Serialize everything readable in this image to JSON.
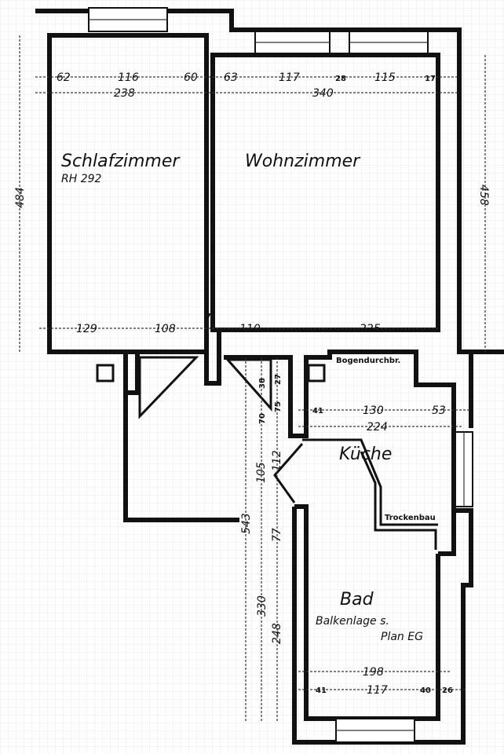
{
  "rooms": {
    "schlafzimmer": {
      "name": "Schlafzimmer",
      "note": "RH 292"
    },
    "wohnzimmer": {
      "name": "Wohnzimmer"
    },
    "kueche": {
      "name": "Küche"
    },
    "bad": {
      "name": "Bad",
      "note_line1": "Balkenlage s.",
      "note_line2": "Plan EG"
    }
  },
  "labels": {
    "bogendurchbruch": "Bogendurchbr.",
    "trockenbau": "Trockenbau"
  },
  "dimensions": {
    "left_height": "484",
    "right_height": "458",
    "top_row": [
      "62",
      "116",
      "60",
      "63",
      "117",
      "28",
      "115",
      "17"
    ],
    "top_totals": [
      "238",
      "340"
    ],
    "bottom_row": [
      "129",
      "108",
      "7",
      "110",
      "225"
    ],
    "kitchen_row": [
      "41",
      "130",
      "53"
    ],
    "kitchen_total": "224",
    "hall_vertical": [
      "38",
      "70",
      "27",
      "75",
      "105",
      "112",
      "543",
      "77",
      "330",
      "248"
    ],
    "bath_total": "198",
    "bath_row": [
      "41",
      "117",
      "40",
      "26"
    ]
  }
}
